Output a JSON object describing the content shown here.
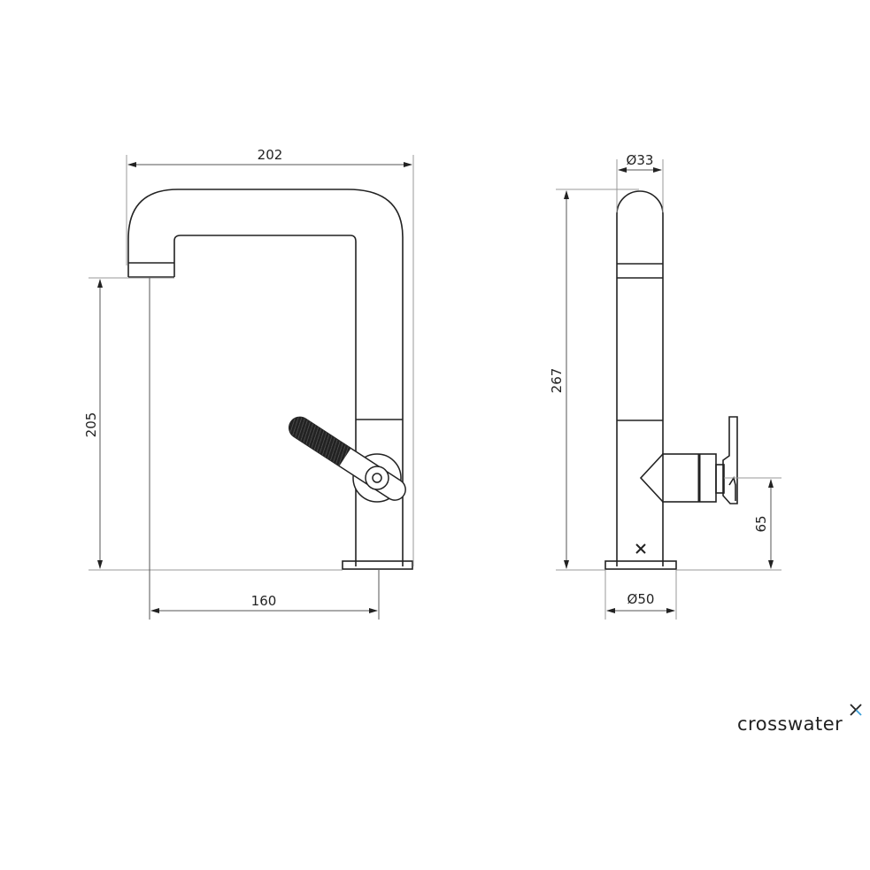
{
  "drawing": {
    "front_view": {
      "width_label": "202",
      "height_label": "205",
      "reach_label": "160"
    },
    "side_view": {
      "spout_diameter_label": "Ø33",
      "total_height_label": "267",
      "handle_height_label": "65",
      "base_diameter_label": "Ø50"
    }
  },
  "brand": {
    "name": "crosswater",
    "mark_color": "#3a9fd8"
  }
}
